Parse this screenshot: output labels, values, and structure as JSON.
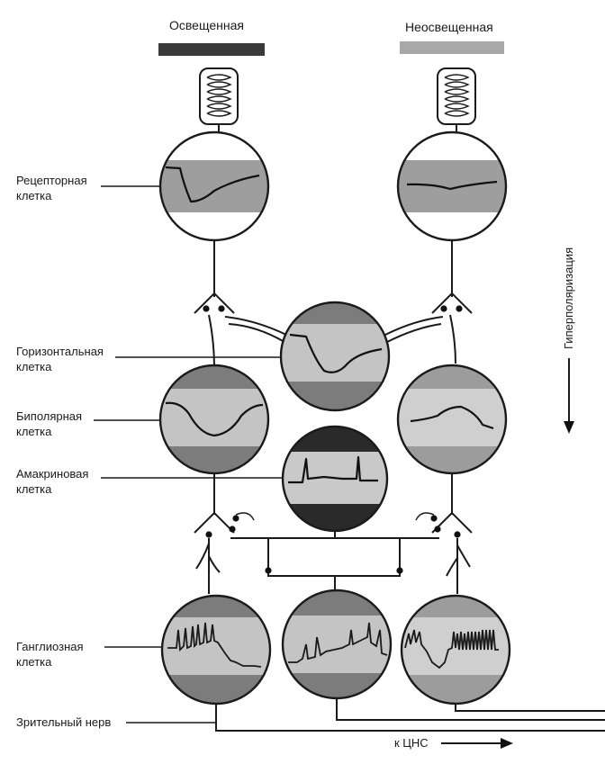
{
  "headers": {
    "lit": "Освещенная",
    "unlit": "Неосвещенная"
  },
  "labels": {
    "receptor": [
      "Рецепторная",
      "клетка"
    ],
    "horizontal": [
      "Горизонтальная",
      "клетка"
    ],
    "bipolar": [
      "Биполярная",
      "клетка"
    ],
    "amacrine": [
      "Амакриновая",
      "клетка"
    ],
    "ganglion": [
      "Ганглиозная",
      "клетка"
    ],
    "optic_nerve": "Зрительный нерв",
    "to_cns": "к ЦНС",
    "hyperpolarization": "Гиперполяризация"
  },
  "colors": {
    "light_bar": "#3a3a3a",
    "unlit_bar": "#a8a8a8",
    "cell_fill_dark": "#7c7c7c",
    "cell_fill_mid": "#a3a3a3",
    "cell_band_light": "#c9c9c9",
    "cell_band_dark": "#303030"
  }
}
